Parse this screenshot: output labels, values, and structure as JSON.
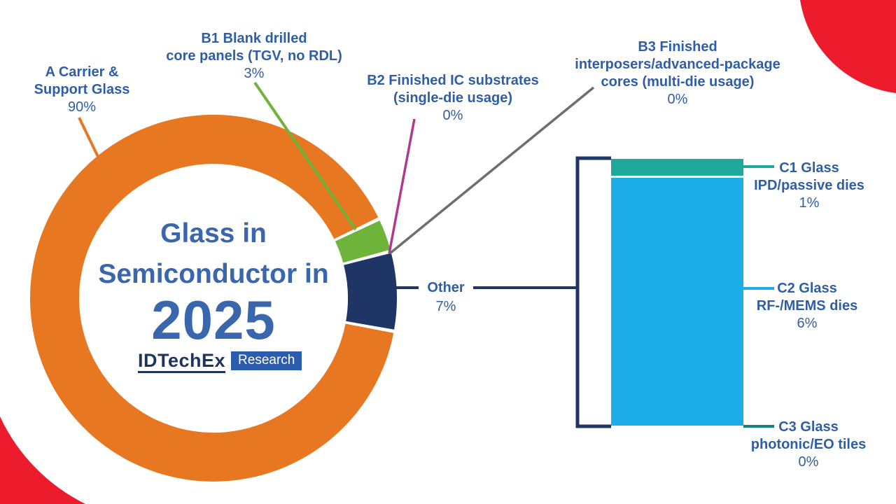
{
  "colors": {
    "orange": "#E87722",
    "green": "#6FB43A",
    "navy": "#1F3566",
    "magenta": "#B13A8C",
    "gray": "#6D6E71",
    "teal": "#1FA89C",
    "teal_dark": "#13807A",
    "light_blue": "#1CACE8",
    "red": "#EC1C2C",
    "label_text": "#2F5EA6",
    "title_text": "#3A66AE",
    "logo_navy": "#1C355F",
    "logo_box_blue": "#2C5CAD",
    "background": "#FFFFFF"
  },
  "title": {
    "line1": "Glass in",
    "line2": "Semiconductor in",
    "year": "2025"
  },
  "logo": {
    "brand": "IDTechEx",
    "suffix": "Research"
  },
  "labels": {
    "a": {
      "lines": [
        "A Carrier &",
        "Support Glass"
      ],
      "pct": "90%"
    },
    "b1": {
      "lines": [
        "B1 Blank drilled",
        "core panels (TGV, no RDL)"
      ],
      "pct": "3%"
    },
    "b2": {
      "lines": [
        "B2 Finished IC substrates",
        "(single-die usage)"
      ],
      "pct": "0%"
    },
    "b3": {
      "lines": [
        "B3 Finished",
        "interposers/advanced-package",
        "cores (multi-die usage)"
      ],
      "pct": "0%"
    },
    "other": {
      "lines": [
        "Other"
      ],
      "pct": "7%"
    },
    "c1": {
      "lines": [
        "C1 Glass",
        "IPD/passive dies"
      ],
      "pct": "1%"
    },
    "c2": {
      "lines": [
        "C2 Glass",
        "RF-/MEMS dies"
      ],
      "pct": "6%"
    },
    "c3": {
      "lines": [
        "C3 Glass",
        "photonic/EO tiles"
      ],
      "pct": "0%"
    }
  },
  "chart_data": [
    {
      "type": "pie",
      "subtype": "donut",
      "title": "Glass in Semiconductor in 2025",
      "unit": "%",
      "segments": [
        {
          "id": "A",
          "label": "A Carrier & Support Glass",
          "value": 90,
          "color": "#E87722"
        },
        {
          "id": "B1",
          "label": "B1 Blank drilled core panels (TGV, no RDL)",
          "value": 3,
          "color": "#6FB43A"
        },
        {
          "id": "B2",
          "label": "B2 Finished IC substrates (single-die usage)",
          "value": 0,
          "color": "#B13A8C"
        },
        {
          "id": "B3",
          "label": "B3 Finished interposers/advanced-package cores (multi-die usage)",
          "value": 0,
          "color": "#6D6E71"
        },
        {
          "id": "Other",
          "label": "Other",
          "value": 7,
          "color": "#1F3566"
        }
      ],
      "legend_position": "callouts",
      "notes": "Other (7%) is broken out into C1/C2/C3 in the side stacked bar"
    },
    {
      "type": "bar",
      "subtype": "stacked-single-column-breakout",
      "categories": [
        "Other (7%)"
      ],
      "series": [
        {
          "name": "C1 Glass IPD/passive dies",
          "values": [
            1
          ],
          "color": "#1FA89C"
        },
        {
          "name": "C2 Glass RF-/MEMS dies",
          "values": [
            6
          ],
          "color": "#1CACE8"
        },
        {
          "name": "C3 Glass photonic/EO tiles",
          "values": [
            0
          ],
          "color": "#13807A"
        }
      ]
    }
  ]
}
